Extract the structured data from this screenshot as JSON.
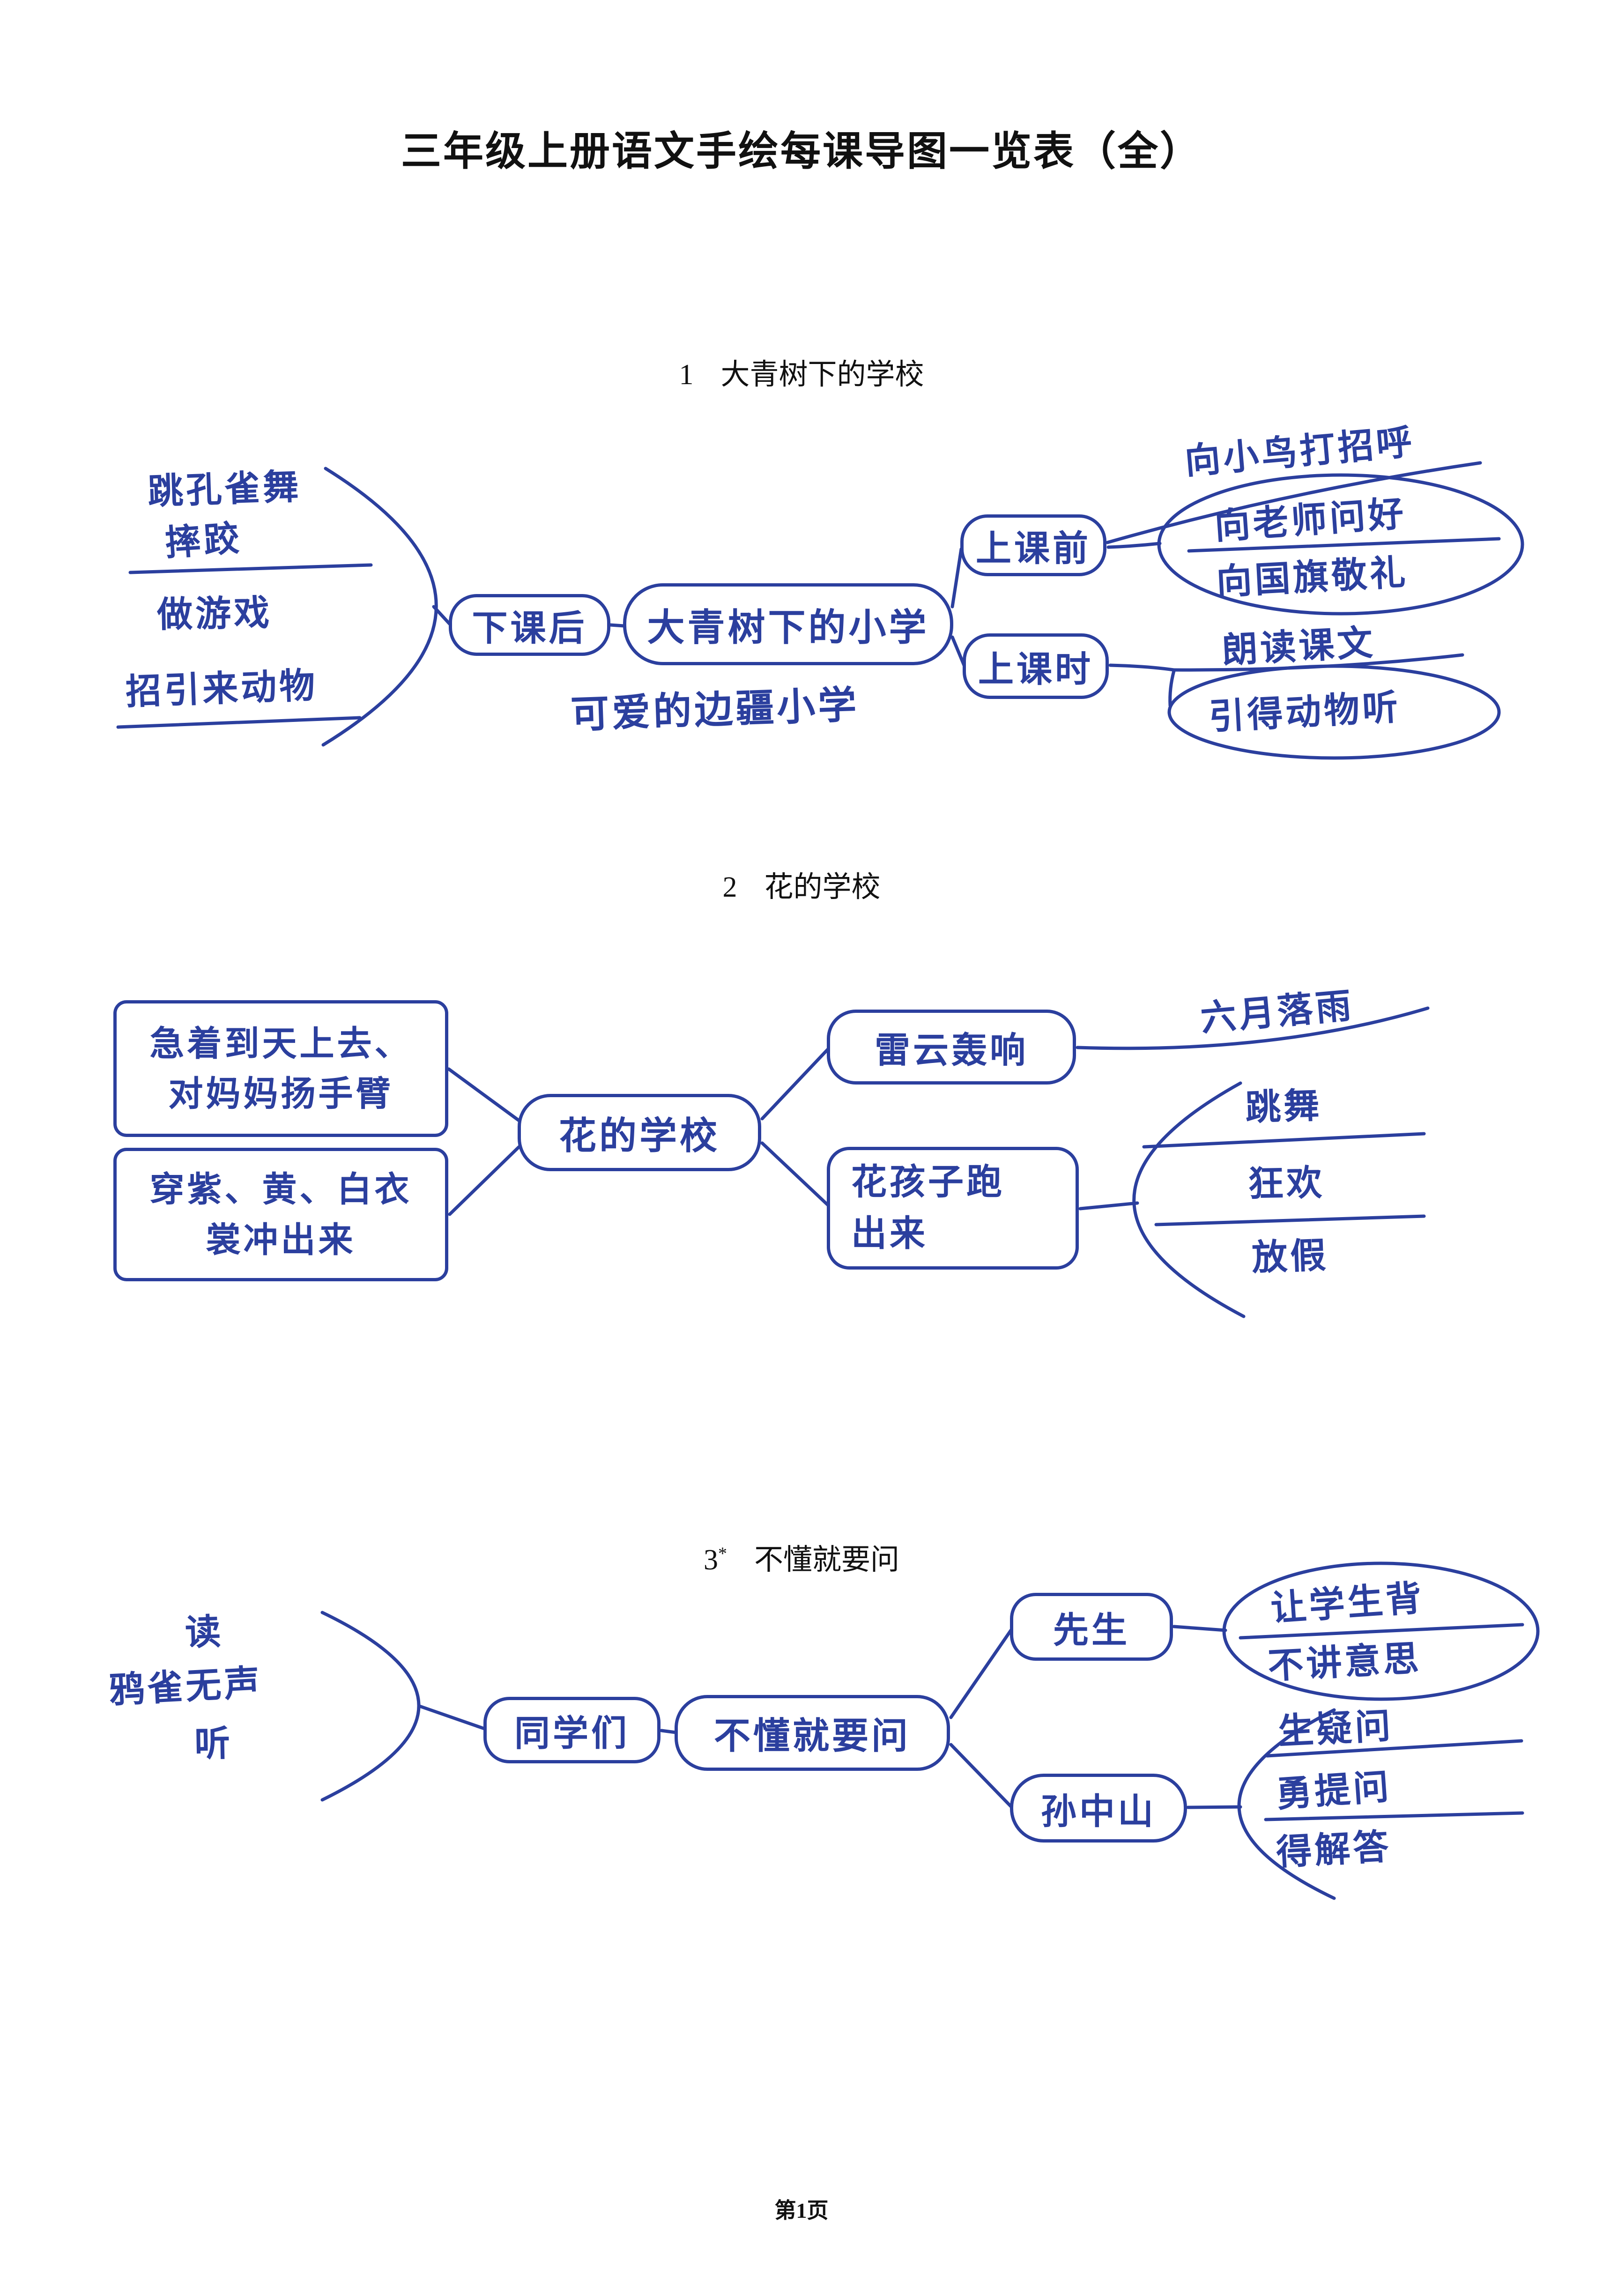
{
  "page": {
    "title": "三年级上册语文手绘每课导图一览表（全）",
    "footer": "第1页"
  },
  "colors": {
    "ink": "#2b3f9e",
    "heading": "#111111",
    "background": "#ffffff"
  },
  "lesson1": {
    "number": "1",
    "title": "大青树下的学校",
    "map": {
      "center": "大青树下的小学",
      "center_note": "可爱的边疆小学",
      "after_class_label": "下课后",
      "after_class_items": [
        "跳孔雀舞",
        "摔跤",
        "做游戏",
        "招引来动物"
      ],
      "before_class_label": "上课前",
      "before_class_items": [
        "向小鸟打招呼",
        "向老师问好",
        "向国旗敬礼"
      ],
      "in_class_label": "上课时",
      "in_class_items": [
        "朗读课文",
        "引得动物听"
      ]
    }
  },
  "lesson2": {
    "number": "2",
    "title": "花的学校",
    "map": {
      "center": "花的学校",
      "left_box1": [
        "急着到天上去、",
        "对妈妈扬手臂"
      ],
      "left_box2": [
        "穿紫、黄、白衣",
        "裳冲出来"
      ],
      "thunder": "雷云轰响",
      "thunder_item": "六月落雨",
      "flower_children": [
        "花孩子跑",
        "出来"
      ],
      "flower_children_items": [
        "跳舞",
        "狂欢",
        "放假"
      ]
    }
  },
  "lesson3": {
    "number": "3",
    "number_mark": "*",
    "title": "不懂就要问",
    "map": {
      "center": "不懂就要问",
      "left_items": [
        "读",
        "鸦雀无声",
        "听"
      ],
      "classmates": "同学们",
      "teacher_label": "先生",
      "teacher_items": [
        "让学生背",
        "不讲意思"
      ],
      "sun_label": "孙中山",
      "sun_items": [
        "生疑问",
        "勇提问",
        "得解答"
      ]
    }
  }
}
